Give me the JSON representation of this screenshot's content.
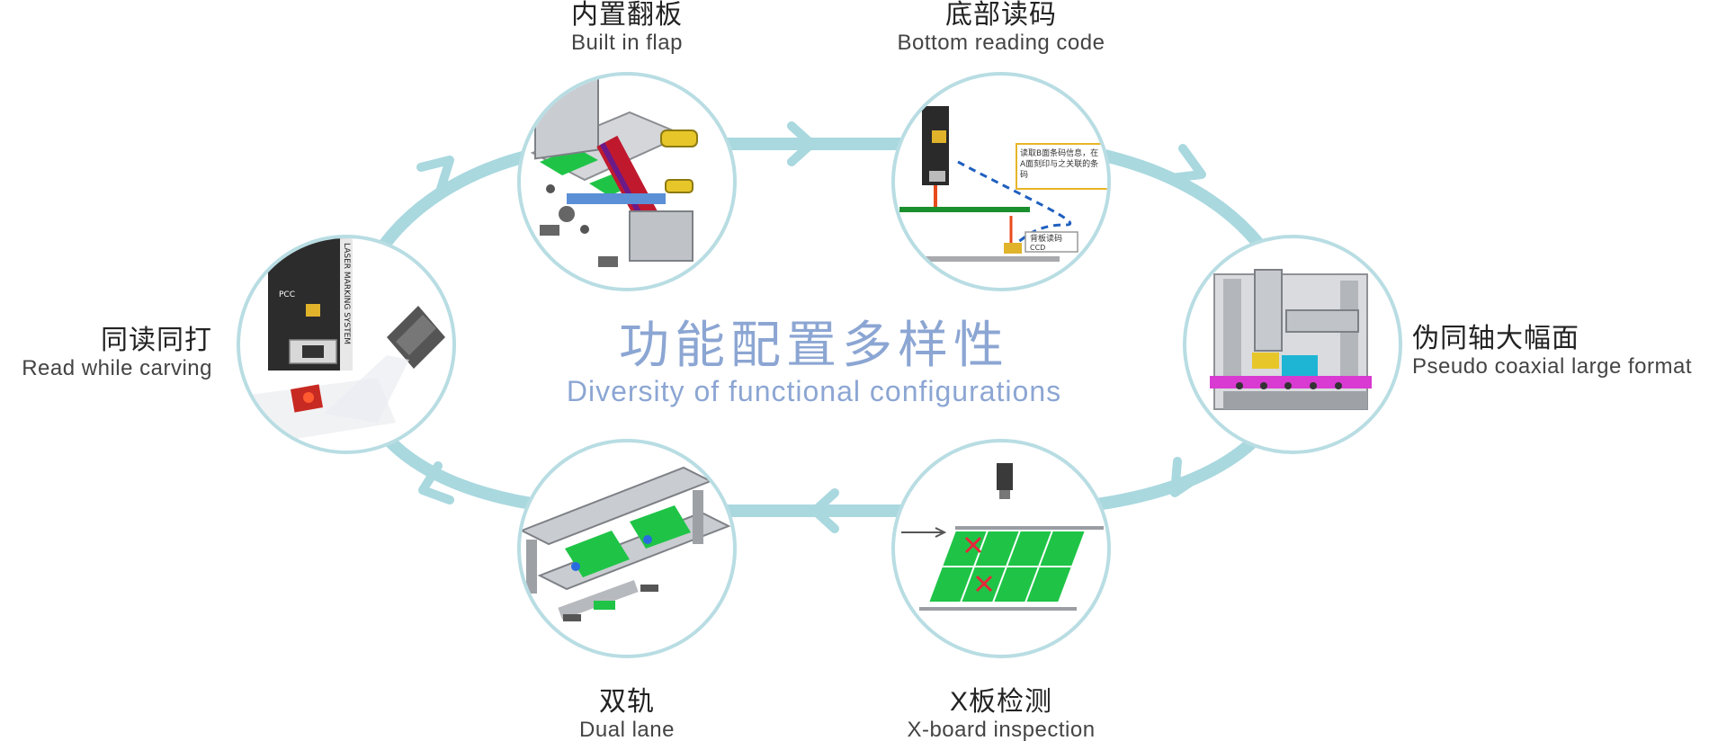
{
  "center": {
    "title_cn": "功能配置多样性",
    "title_en": "Diversity of functional configurations"
  },
  "colors": {
    "ring": "#a9d8df",
    "circle_border": "#b8dde3",
    "title": "#8ca6d3",
    "pcb_green": "#1fc447"
  },
  "nodes": [
    {
      "name_cn": "内置翻板",
      "name_en": "Built in flap",
      "icon": "flip-board-mechanism-icon"
    },
    {
      "name_cn": "底部读码",
      "name_en": "Bottom reading code",
      "icon": "bottom-code-reader-icon",
      "callout_text": "读取B面条码信息，在A面刻印与之关联的条码",
      "ccd_text": "背板读码",
      "ccd_label": "CCD"
    },
    {
      "name_cn": "伪同轴大幅面",
      "name_en": "Pseudo coaxial large format",
      "icon": "large-format-machine-icon"
    },
    {
      "name_cn": "X板检测",
      "name_en": "X-board inspection",
      "icon": "x-board-inspection-icon"
    },
    {
      "name_cn": "双轨",
      "name_en": "Dual lane",
      "icon": "dual-lane-conveyor-icon"
    },
    {
      "name_cn": "同读同打",
      "name_en": "Read while carving",
      "icon": "laser-marker-camera-icon",
      "device_text": "LASER MARKING SYSTEM",
      "brand_text": "PCC"
    }
  ]
}
